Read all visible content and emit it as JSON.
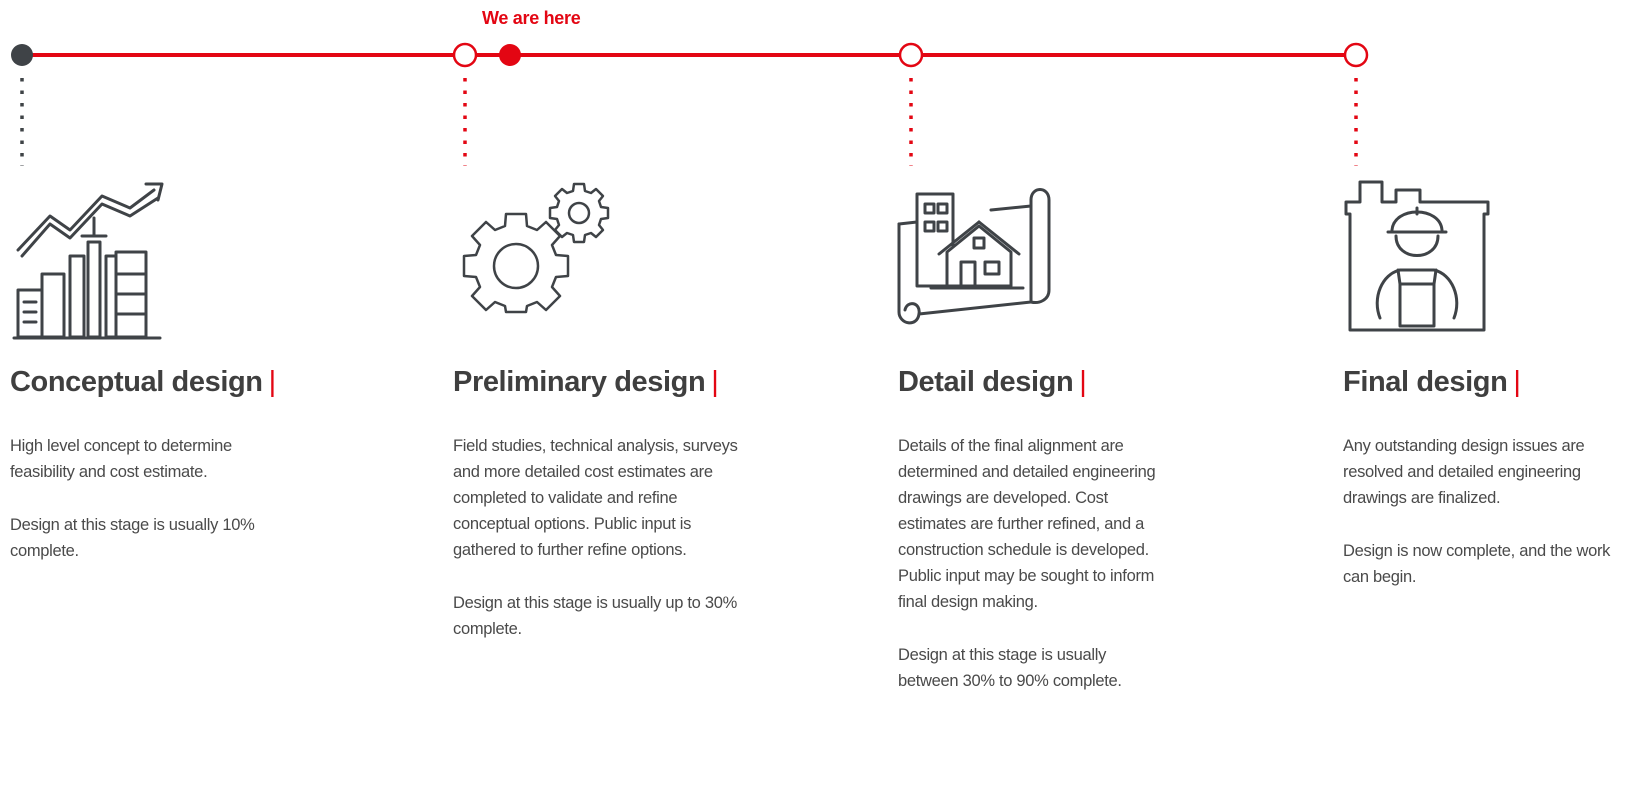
{
  "marker_label": "We are here",
  "colors": {
    "accent": "#e30613",
    "dark": "#3f4347",
    "text": "#4a4a4a"
  },
  "stages": [
    {
      "title": "Conceptual design",
      "icon": "city-growth-icon",
      "status": "completed",
      "description": [
        "High level concept to determine feasibility and cost estimate.",
        "Design at this stage is usually 10% complete."
      ]
    },
    {
      "title": "Preliminary design",
      "icon": "gears-icon",
      "status": "current",
      "description": [
        "Field studies, technical analysis, surveys and more detailed cost estimates are completed to validate and refine conceptual options. Public input is gathered to further refine options.",
        "Design at this stage is usually up to 30% complete."
      ]
    },
    {
      "title": "Detail design",
      "icon": "blueprint-icon",
      "status": "upcoming",
      "description": [
        "Details of the final alignment are determined and detailed engineering drawings are developed. Cost estimates are further refined, and a construction schedule is developed. Public input may be sought to inform final design making.",
        "Design at this stage is usually between 30% to 90% complete."
      ]
    },
    {
      "title": "Final design",
      "icon": "construction-worker-icon",
      "status": "upcoming",
      "description": [
        "Any outstanding design issues are resolved and detailed engineering drawings are finalized.",
        "Design is now complete, and the work can begin."
      ]
    }
  ]
}
